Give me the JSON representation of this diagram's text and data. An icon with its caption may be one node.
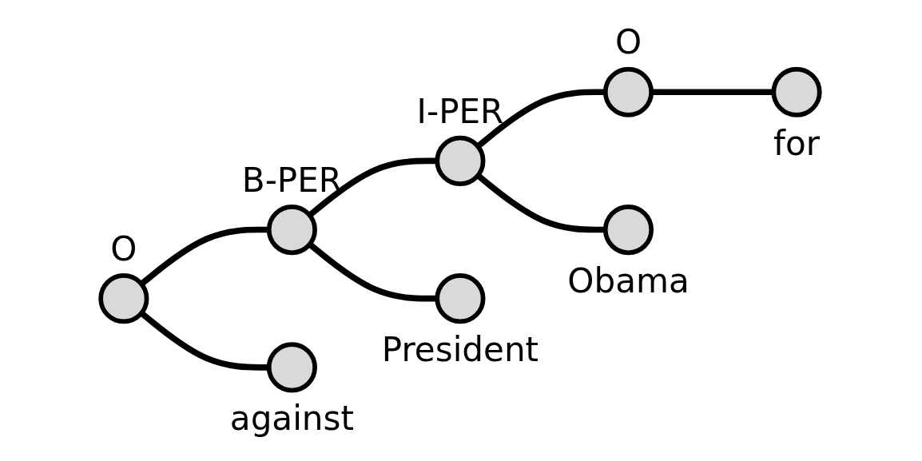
{
  "diagram": {
    "nodes": [
      {
        "text": [],
        "shape": "circle",
        "beside": [
          "O"
        ]
      },
      {
        "text": [],
        "shape": "circle",
        "beside": [
          "B-PER"
        ]
      },
      {
        "text": [],
        "shape": "circle",
        "beside": [
          "I-PER"
        ]
      },
      {
        "text": [],
        "shape": "circle",
        "beside": [
          "O"
        ]
      },
      {
        "text": [],
        "shape": "circle",
        "beside": [
          "against"
        ]
      },
      {
        "text": [],
        "shape": "circle",
        "beside": [
          "President"
        ]
      },
      {
        "text": [],
        "shape": "circle",
        "beside": [
          "Obama"
        ]
      },
      {
        "text": [],
        "shape": "circle",
        "beside": [
          "for"
        ]
      }
    ],
    "edges": [
      {
        "from": 0,
        "to": 1,
        "arrow": "none"
      },
      {
        "from": 1,
        "to": 2,
        "arrow": "none"
      },
      {
        "from": 2,
        "to": 3,
        "arrow": "none"
      },
      {
        "from": 0,
        "to": 4,
        "arrow": "none"
      },
      {
        "from": 1,
        "to": 5,
        "arrow": "none"
      },
      {
        "from": 2,
        "to": 6,
        "arrow": "none"
      },
      {
        "from": 3,
        "to": 7,
        "arrow": "none"
      }
    ]
  }
}
